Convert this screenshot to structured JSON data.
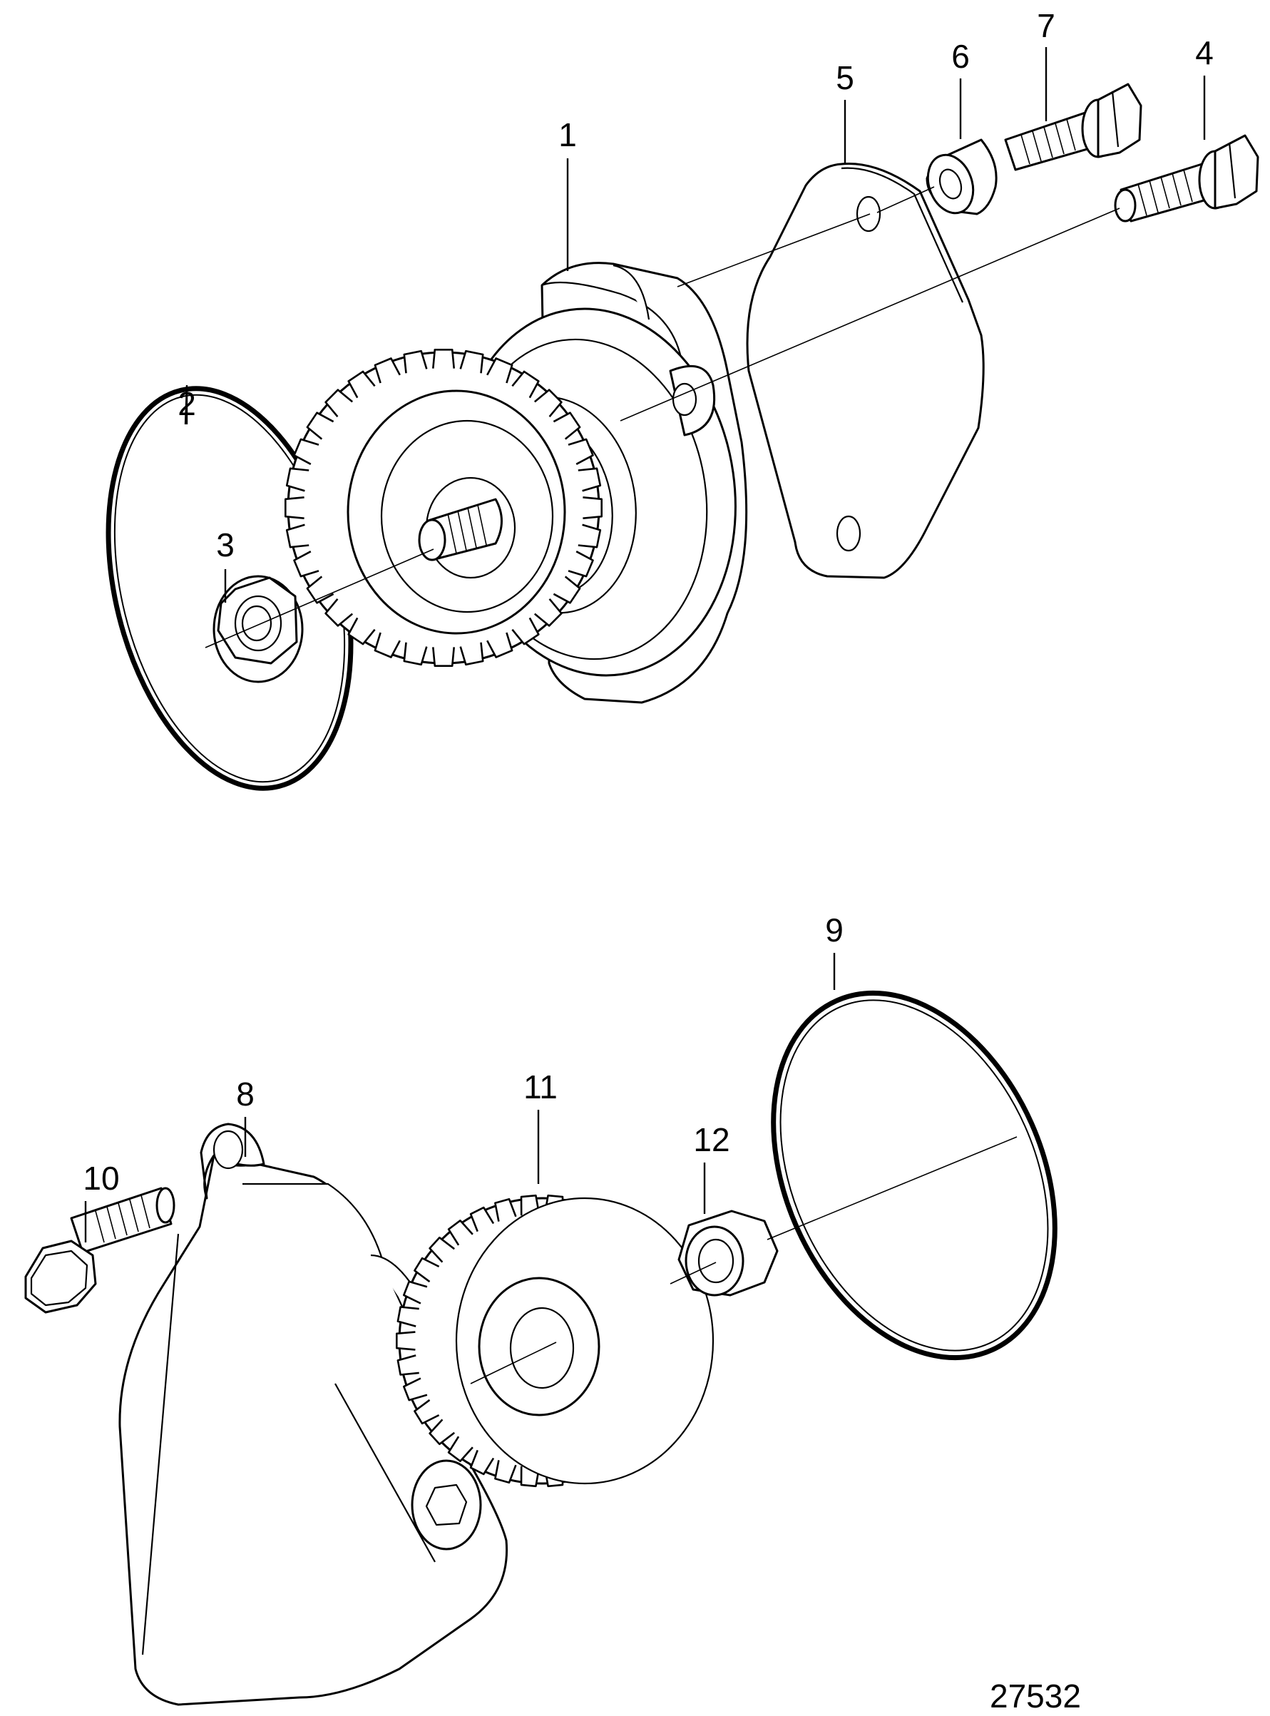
{
  "callouts": [
    {
      "id": "1",
      "label": "1"
    },
    {
      "id": "2",
      "label": "2"
    },
    {
      "id": "3",
      "label": "3"
    },
    {
      "id": "4",
      "label": "4"
    },
    {
      "id": "5",
      "label": "5"
    },
    {
      "id": "6",
      "label": "6"
    },
    {
      "id": "7",
      "label": "7"
    },
    {
      "id": "8",
      "label": "8"
    },
    {
      "id": "9",
      "label": "9"
    },
    {
      "id": "10",
      "label": "10"
    },
    {
      "id": "11",
      "label": "11"
    },
    {
      "id": "12",
      "label": "12"
    }
  ],
  "figure_number": "27532"
}
